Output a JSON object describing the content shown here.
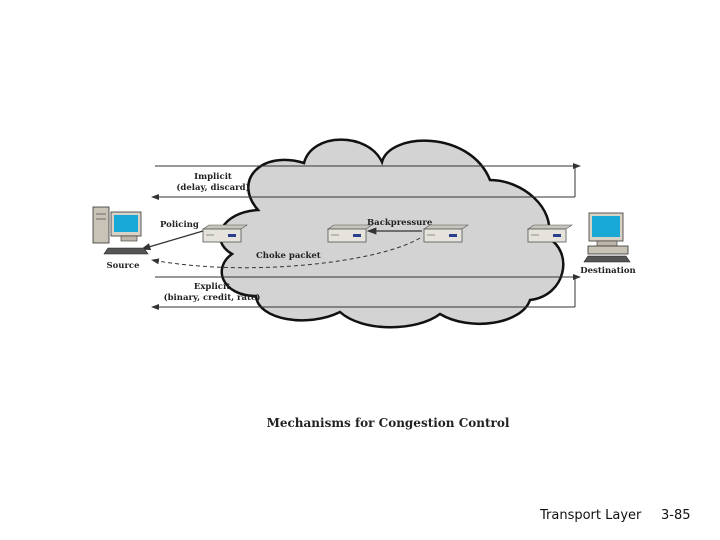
{
  "diagram": {
    "labels": {
      "implicit": "Implicit",
      "implicit_detail": "(delay, discard)",
      "policing": "Policing",
      "backpressure": "Backpressure",
      "choke_packet": "Choke packet",
      "explicit": "Explicit",
      "explicit_detail": "(binary, credit, rate)",
      "source": "Source",
      "destination": "Destination"
    },
    "caption": "Mechanisms for Congestion Control"
  },
  "footer": {
    "section": "Transport Layer",
    "page": "3-85"
  },
  "colors": {
    "cloud_fill": "#d3d3d3",
    "cloud_stroke": "#111111",
    "screen": "#19a9d6",
    "line": "#333333",
    "router": "#e6e3dc",
    "tower": "#c9c2b6"
  }
}
